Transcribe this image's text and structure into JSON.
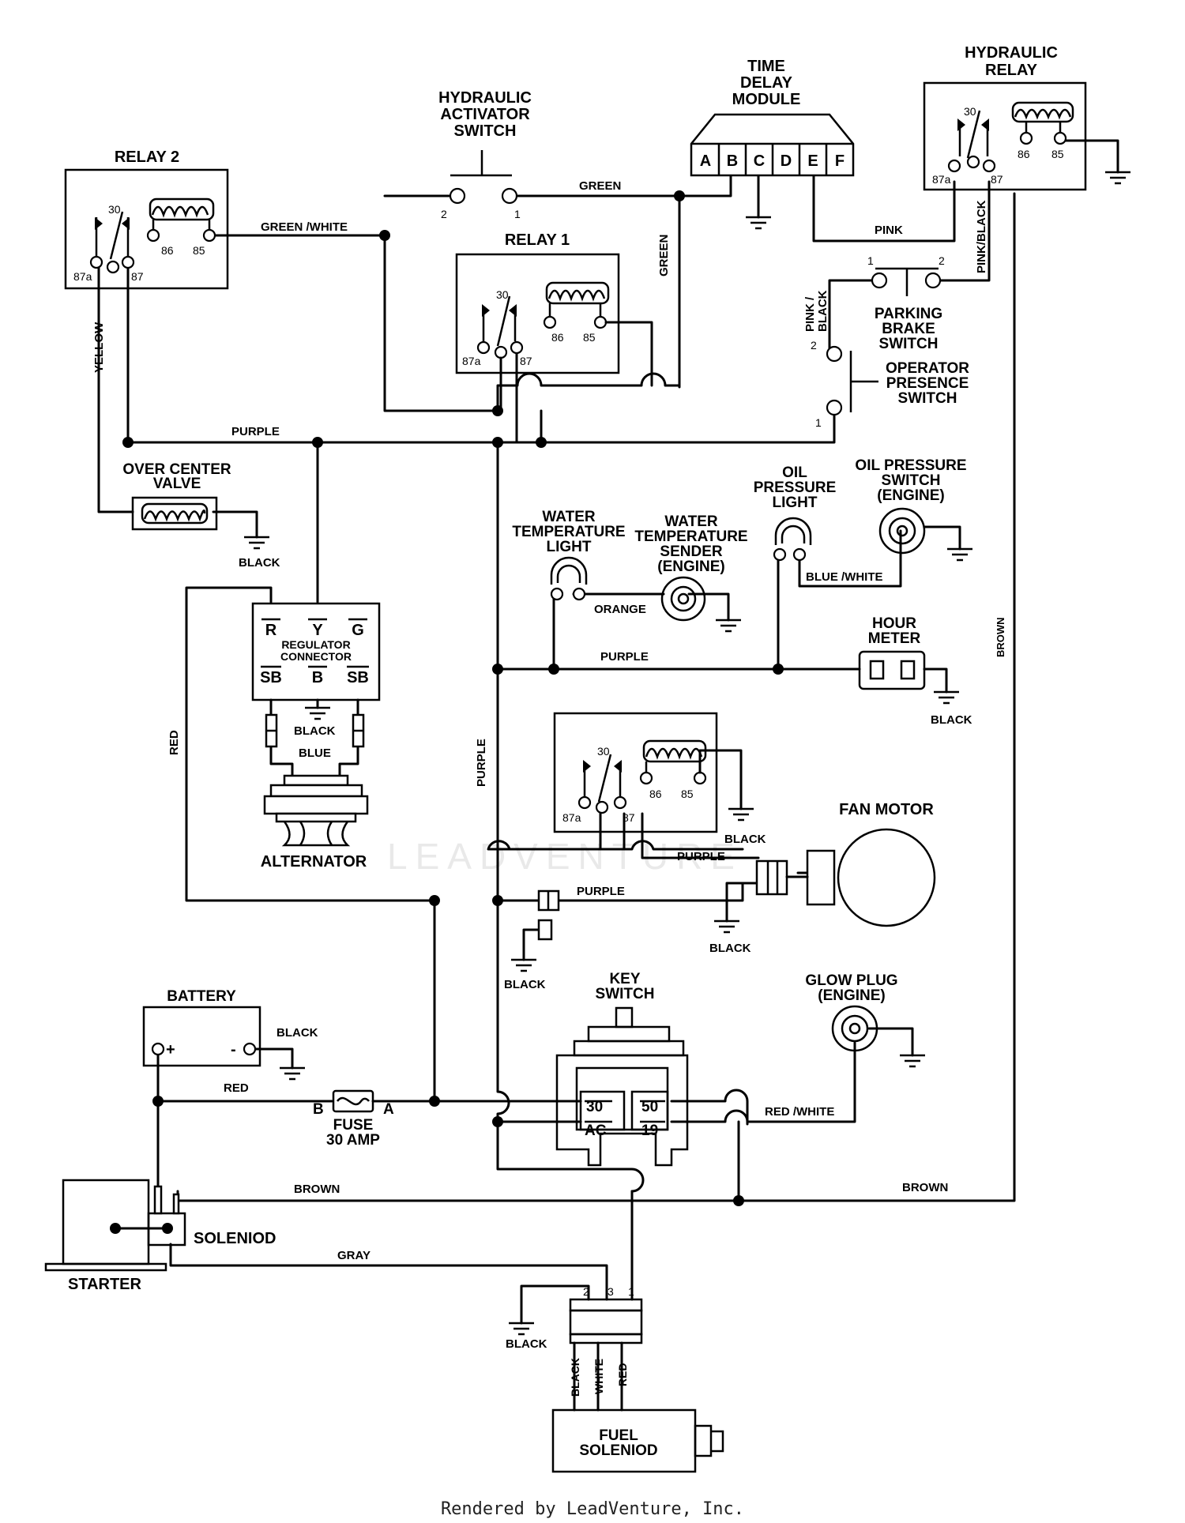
{
  "components": {
    "hydraulic_activator_switch": [
      "HYDRAULIC",
      "ACTIVATOR",
      "SWITCH"
    ],
    "time_delay_module": [
      "TIME",
      "DELAY",
      "MODULE"
    ],
    "time_delay_pins": [
      "A",
      "B",
      "C",
      "D",
      "E",
      "F"
    ],
    "hydraulic_relay": [
      "HYDRAULIC",
      "RELAY"
    ],
    "relay_2": "RELAY 2",
    "relay_1": "RELAY 1",
    "parking_brake_switch": [
      "PARKING",
      "BRAKE",
      "SWITCH"
    ],
    "operator_presence_switch": [
      "OPERATOR",
      "PRESENCE",
      "SWITCH"
    ],
    "over_center_valve": [
      "OVER CENTER",
      "VALVE"
    ],
    "regulator_connector": [
      "REGULATOR",
      "CONNECTOR"
    ],
    "regulator_pins_top": [
      "R",
      "Y",
      "G"
    ],
    "regulator_pins_bottom": [
      "SB",
      "B",
      "SB"
    ],
    "alternator": "ALTERNATOR",
    "water_temperature_light": [
      "WATER",
      "TEMPERATURE",
      "LIGHT"
    ],
    "water_temperature_sender": [
      "WATER",
      "TEMPERATURE",
      "SENDER",
      "(ENGINE)"
    ],
    "oil_pressure_light": [
      "OIL",
      "PRESSURE",
      "LIGHT"
    ],
    "oil_pressure_switch": [
      "OIL PRESSURE",
      "SWITCH",
      "(ENGINE)"
    ],
    "hour_meter": [
      "HOUR",
      "METER"
    ],
    "fan_motor": "FAN MOTOR",
    "battery": "BATTERY",
    "battery_pos": "+",
    "battery_neg": "-",
    "fuse": [
      "FUSE",
      "30 AMP"
    ],
    "fuse_b": "B",
    "fuse_a": "A",
    "key_switch": [
      "KEY",
      "SWITCH"
    ],
    "key_switch_pins": [
      "30",
      "50",
      "AC",
      "19"
    ],
    "glow_plug": [
      "GLOW PLUG",
      "(ENGINE)"
    ],
    "starter": "STARTER",
    "solenoid": "SOLENIOD",
    "fuel_solenoid": [
      "FUEL",
      "SOLENIOD"
    ],
    "fuel_pins": [
      "2",
      "3",
      "1"
    ],
    "fuel_wires": [
      "BLACK",
      "WHITE",
      "RED"
    ]
  },
  "relay_pins": {
    "p30": "30",
    "p87a": "87a",
    "p87": "87",
    "p86": "86",
    "p85": "85"
  },
  "switch_pins": {
    "p1": "1",
    "p2": "2"
  },
  "parking_brake_pins": [
    "1",
    "2"
  ],
  "operator_pins": [
    "2",
    "1"
  ],
  "wires": {
    "green": "GREEN",
    "green_white": "GREEN /WHITE",
    "pink": "PINK",
    "pink_black_right": "PINK/BLACK",
    "pink_black_left": [
      "PINK /",
      "BLACK"
    ],
    "yellow": "YELLOW",
    "purple": "PURPLE",
    "black": "BLACK",
    "blue": "BLUE",
    "blue_white": "BLUE /WHITE",
    "orange": "ORANGE",
    "brown": "BROWN",
    "red": "RED",
    "red_white": "RED /WHITE",
    "gray": "GRAY"
  },
  "watermark": "LEADVENTURE",
  "footer": "Rendered by LeadVenture, Inc."
}
